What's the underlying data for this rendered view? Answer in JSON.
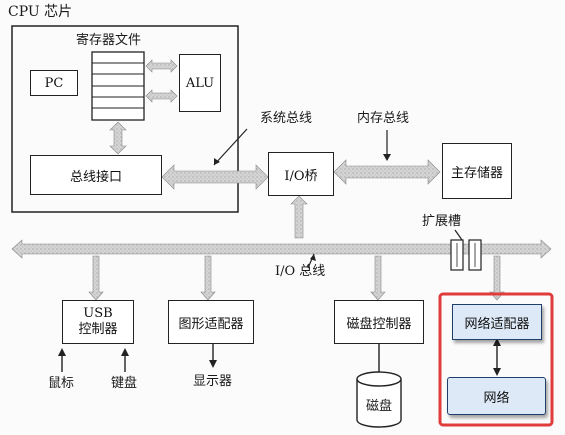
{
  "labels": {
    "cpu_chip": "CPU 芯片",
    "register_file": "寄存器文件",
    "pc": "PC",
    "alu": "ALU",
    "bus_interface": "总线接口",
    "system_bus": "系统总线",
    "memory_bus": "内存总线",
    "io_bridge": "I/O桥",
    "main_memory": "主存储器",
    "expansion_slots": "扩展槽",
    "io_bus": "I/O 总线",
    "usb_line1": "USB",
    "usb_line2": "控制器",
    "graphics_adapter": "图形适配器",
    "disk_controller": "磁盘控制器",
    "network_adapter": "网络适配器",
    "network": "网络",
    "mouse": "鼠标",
    "keyboard": "键盘",
    "display": "显示器",
    "disk": "磁盘"
  },
  "colors": {
    "highlight_border": "#e23b3b",
    "network_box_fill": "#dde9f7",
    "bus_fill": "#d0d0d0"
  }
}
